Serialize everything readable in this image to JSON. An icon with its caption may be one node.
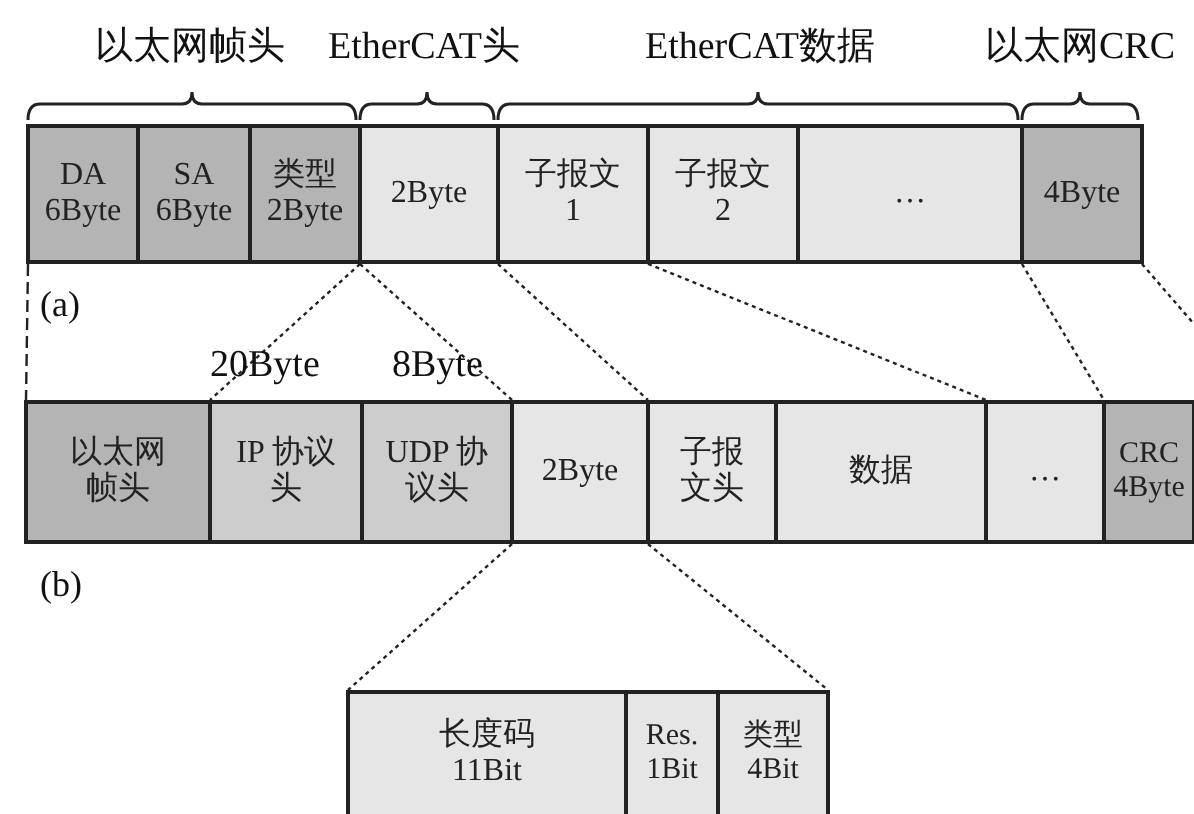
{
  "diagram": {
    "nodes": [
      {
        "text": [
          "DA 6Byte"
        ]
      },
      {
        "text": [
          "SA 6Byte"
        ]
      },
      {
        "text": [
          "类型 2Byte"
        ]
      },
      {
        "text": [
          "2Byte"
        ]
      },
      {
        "text": [
          "子报文 1"
        ]
      },
      {
        "text": [
          "子报文 2"
        ]
      },
      {
        "text": [
          "…"
        ]
      },
      {
        "text": [
          "4Byte"
        ]
      },
      {
        "text": [
          "以太网帧头"
        ]
      },
      {
        "text": [
          "IP 协议头"
        ]
      },
      {
        "text": [
          "UDP 协议头"
        ]
      },
      {
        "text": [
          "2Byte"
        ]
      },
      {
        "text": [
          "子报文头"
        ]
      },
      {
        "text": [
          "数据"
        ]
      },
      {
        "text": [
          "…"
        ]
      },
      {
        "text": [
          "CRC 4Byte"
        ]
      },
      {
        "text": [
          "长度码 11Bit"
        ]
      },
      {
        "text": [
          "Res. 1Bit"
        ]
      },
      {
        "text": [
          "类型 4Bit"
        ]
      }
    ],
    "edges": [
      {
        "from": 0,
        "to": 8,
        "arrow": "none",
        "style": "dashed"
      },
      {
        "from": 2,
        "to": 9,
        "arrow": "none",
        "style": "dashed"
      },
      {
        "from": 3,
        "to": 11,
        "arrow": "none",
        "style": "dashed"
      },
      {
        "from": 3,
        "to": 11,
        "arrow": "none",
        "style": "dashed"
      },
      {
        "from": 4,
        "to": 13,
        "arrow": "none",
        "style": "dashed"
      },
      {
        "from": 7,
        "to": 15,
        "arrow": "none",
        "style": "dashed"
      },
      {
        "from": 7,
        "to": null,
        "arrow": "none",
        "style": "dashed"
      },
      {
        "from": 11,
        "to": 16,
        "arrow": "none",
        "style": "dashed"
      },
      {
        "from": 11,
        "to": 18,
        "arrow": "none",
        "style": "dashed"
      }
    ],
    "labels": [
      "以太网帧头",
      "EtherCAT头",
      "EtherCAT数据",
      "以太网CRC",
      "(a)",
      "20Byte",
      "8Byte",
      "(b)"
    ]
  }
}
